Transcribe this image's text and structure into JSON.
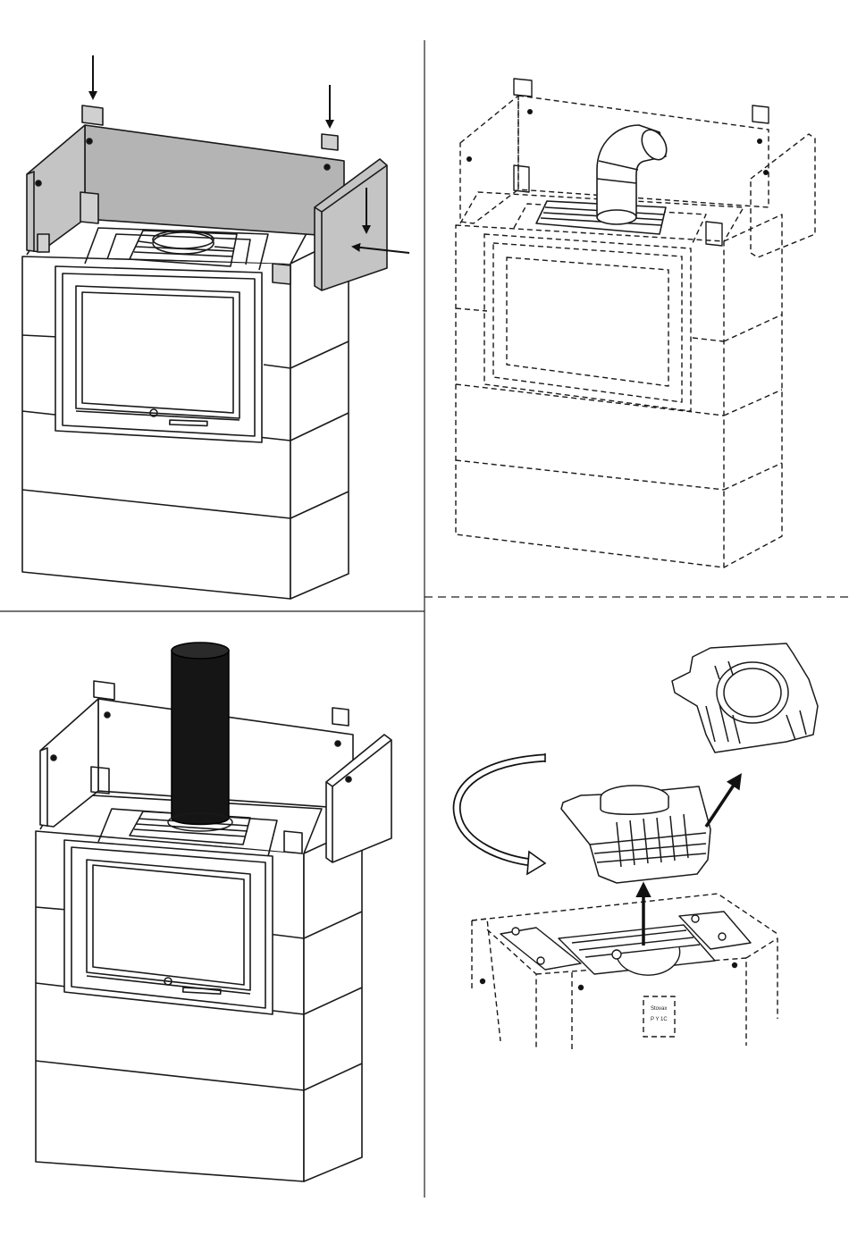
{
  "figure": {
    "panels": [
      {
        "id": "top-left",
        "description_visible": false
      },
      {
        "id": "top-right",
        "description_visible": false
      },
      {
        "id": "bottom-left",
        "description_visible": false
      },
      {
        "id": "bottom-right",
        "description_visible": false
      }
    ],
    "labels": {
      "plate_line_1": "Stovax",
      "plate_line_2": "P Y 1C"
    },
    "colors": {
      "line": "#1a1a1a",
      "panel_fill": "#b4b4b4",
      "side_panel_fill": "#cfcfcf",
      "flue_pipe": "#151515",
      "background": "#ffffff"
    },
    "icons": [
      "arrow-down-icon",
      "arrow-left-icon",
      "arrow-up-icon",
      "arrow-diagonal-icon",
      "rotate-arrow-icon",
      "logo-icon"
    ]
  }
}
